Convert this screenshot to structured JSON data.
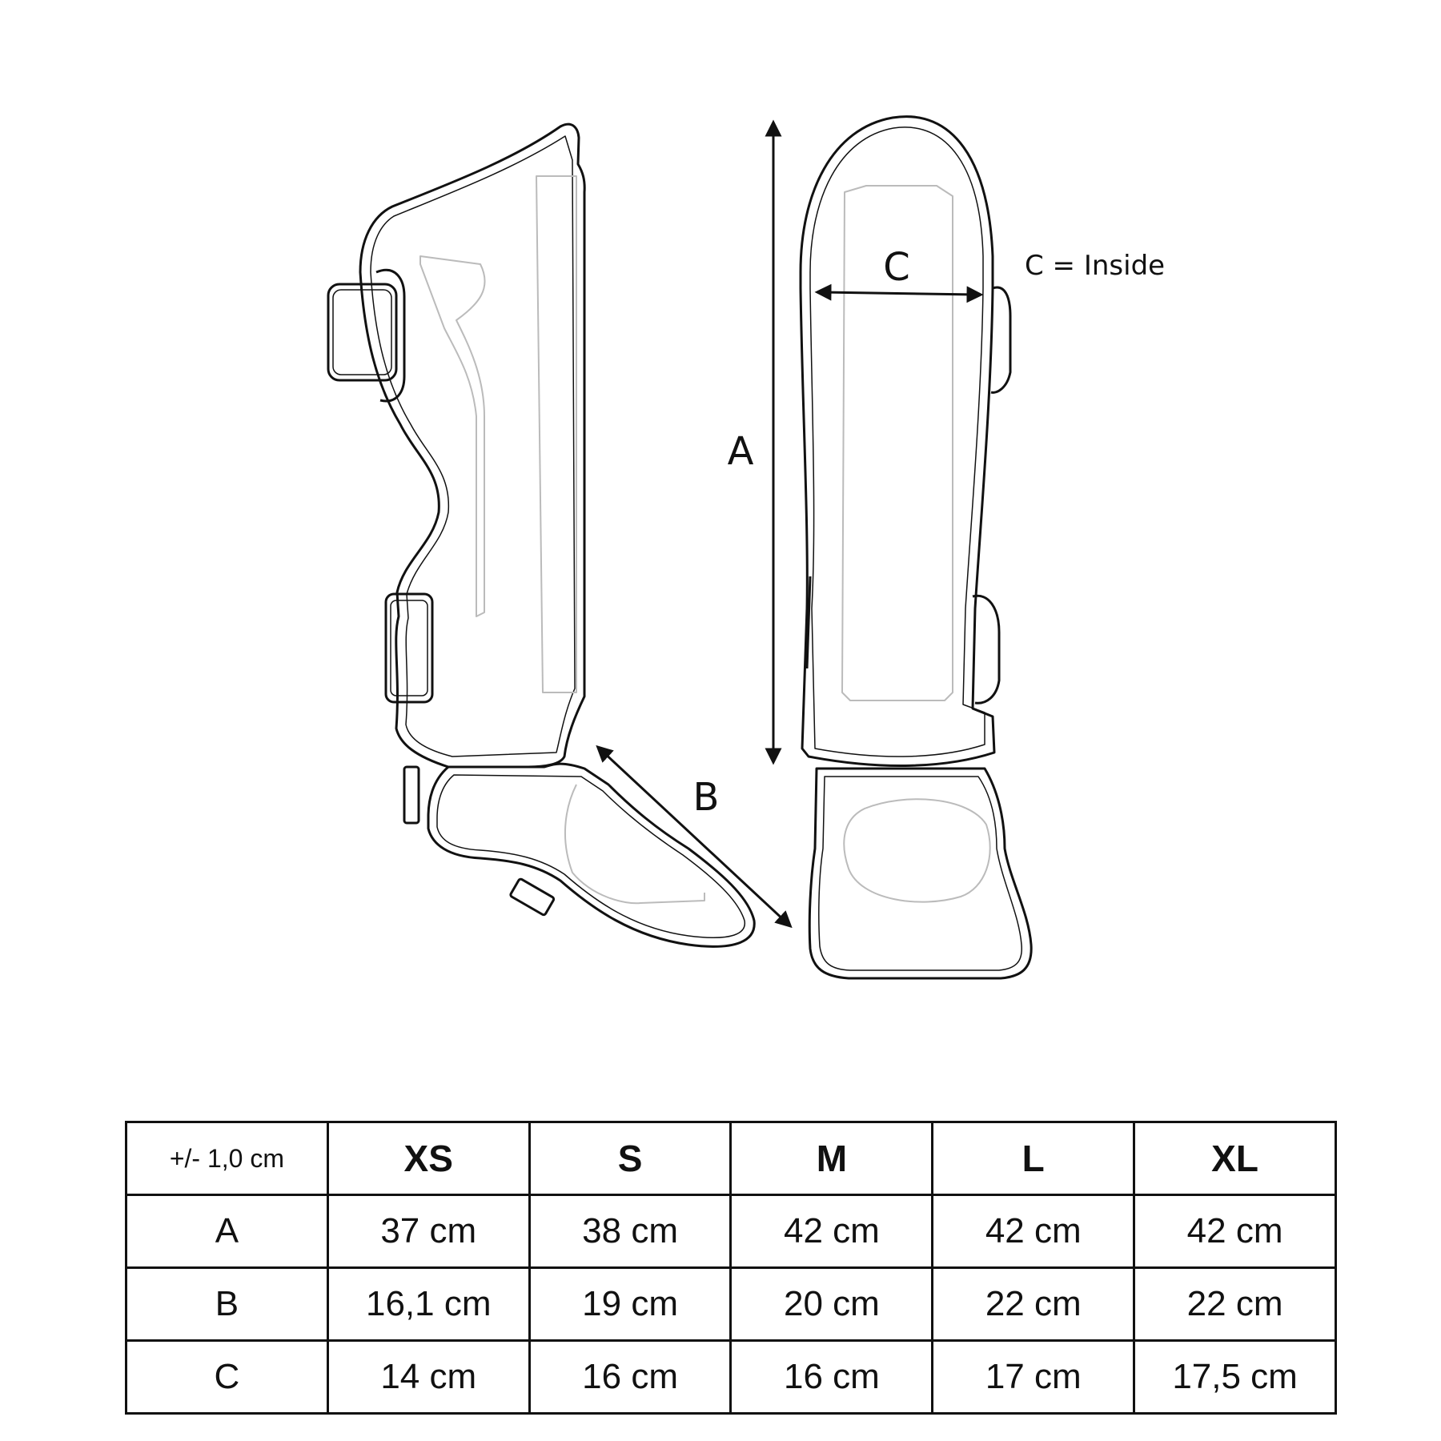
{
  "diagram": {
    "label_a": "A",
    "label_b": "B",
    "label_c": "C",
    "note": "C = Inside"
  },
  "table": {
    "corner": "+/- 1,0 cm",
    "columns": [
      "XS",
      "S",
      "M",
      "L",
      "XL"
    ],
    "rows": [
      {
        "label": "A",
        "values": [
          "37 cm",
          "38 cm",
          "42 cm",
          "42 cm",
          "42 cm"
        ]
      },
      {
        "label": "B",
        "values": [
          "16,1 cm",
          "19 cm",
          "20 cm",
          "22 cm",
          "22 cm"
        ]
      },
      {
        "label": "C",
        "values": [
          "14 cm",
          "16 cm",
          "16 cm",
          "17 cm",
          "17,5 cm"
        ]
      }
    ]
  }
}
